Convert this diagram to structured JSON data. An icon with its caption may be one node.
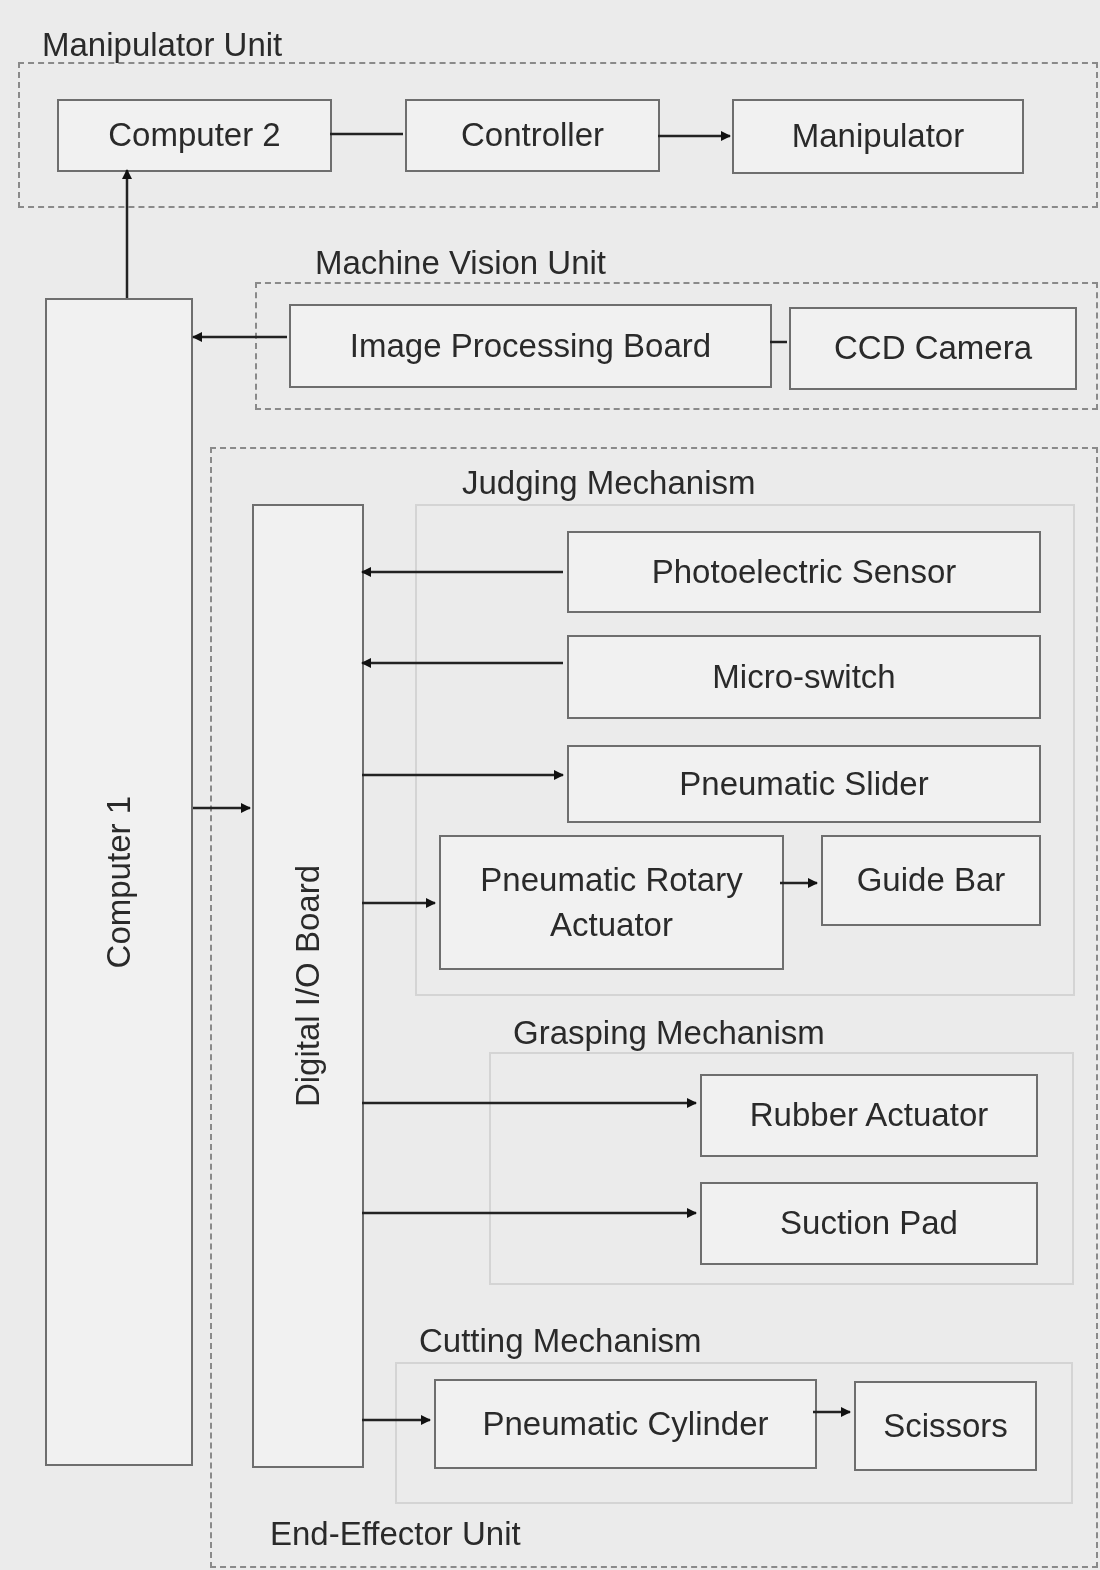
{
  "diagram": {
    "nodes": [
      {
        "text": [
          "Manipulator Unit"
        ]
      },
      {
        "text": [
          "Computer 2"
        ],
        "in": 0
      },
      {
        "text": [
          "Controller"
        ],
        "in": 0
      },
      {
        "text": [
          "Manipulator"
        ],
        "in": 0
      },
      {
        "text": [
          "Computer 1"
        ]
      },
      {
        "text": [
          "Machine Vision Unit"
        ]
      },
      {
        "text": [
          "Image Processing Board"
        ],
        "in": 5
      },
      {
        "text": [
          "CCD Camera"
        ],
        "in": 5
      },
      {
        "text": [
          "End-Effector Unit"
        ]
      },
      {
        "text": [
          "Digital I/O Board"
        ],
        "in": 8
      },
      {
        "text": [
          "Judging Mechanism"
        ],
        "in": 8
      },
      {
        "text": [
          "Photoelectric Sensor"
        ],
        "in": 10
      },
      {
        "text": [
          "Micro-switch"
        ],
        "in": 10
      },
      {
        "text": [
          "Pneumatic Slider"
        ],
        "in": 10
      },
      {
        "text": [
          "Pneumatic Rotary Actuator"
        ],
        "in": 10
      },
      {
        "text": [
          "Guide Bar"
        ],
        "in": 10
      },
      {
        "text": [
          "Grasping Mechanism"
        ],
        "in": 8
      },
      {
        "text": [
          "Rubber Actuator"
        ],
        "in": 16
      },
      {
        "text": [
          "Suction Pad"
        ],
        "in": 16
      },
      {
        "text": [
          "Cutting Mechanism"
        ],
        "in": 8
      },
      {
        "text": [
          "Pneumatic Cylinder"
        ],
        "in": 19
      },
      {
        "text": [
          "Scissors"
        ],
        "in": 19
      }
    ],
    "edges": [
      {
        "from": 1,
        "to": 2,
        "arrow": "none"
      },
      {
        "from": 2,
        "to": 3,
        "arrow": "to"
      },
      {
        "from": 4,
        "to": 1,
        "arrow": "to"
      },
      {
        "from": 6,
        "to": 4,
        "arrow": "to"
      },
      {
        "from": 6,
        "to": 7,
        "arrow": "none"
      },
      {
        "from": 4,
        "to": 9,
        "arrow": "to"
      },
      {
        "from": 11,
        "to": 9,
        "arrow": "to"
      },
      {
        "from": 12,
        "to": 9,
        "arrow": "to"
      },
      {
        "from": 9,
        "to": 13,
        "arrow": "to"
      },
      {
        "from": 9,
        "to": 14,
        "arrow": "to"
      },
      {
        "from": 14,
        "to": 15,
        "arrow": "to"
      },
      {
        "from": 9,
        "to": 17,
        "arrow": "to"
      },
      {
        "from": 9,
        "to": 18,
        "arrow": "to"
      },
      {
        "from": 9,
        "to": 20,
        "arrow": "to"
      },
      {
        "from": 20,
        "to": 21,
        "arrow": "to"
      }
    ]
  }
}
